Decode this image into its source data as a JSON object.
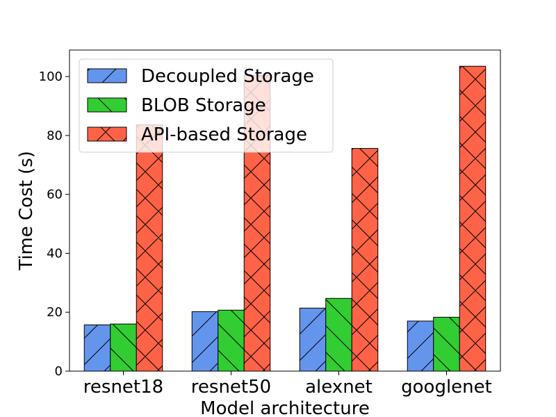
{
  "chart_data": {
    "type": "bar",
    "title": "",
    "xlabel": "Model architecture",
    "ylabel": "Time Cost (s)",
    "categories": [
      "resnet18",
      "resnet50",
      "alexnet",
      "googlenet"
    ],
    "ylim": [
      0,
      109
    ],
    "yticks": [
      0,
      20,
      40,
      60,
      80,
      100
    ],
    "grid": false,
    "legend_position": "top-left",
    "series": [
      {
        "name": "Decoupled Storage",
        "color": "#6495ED",
        "hatch": "forward-slash",
        "values": [
          15.7,
          20.2,
          21.4,
          17.0
        ]
      },
      {
        "name": "BLOB Storage",
        "color": "#32CD32",
        "hatch": "back-slash",
        "values": [
          16.0,
          20.7,
          24.7,
          18.3
        ]
      },
      {
        "name": "API-based Storage",
        "color": "#FF6347",
        "hatch": "cross",
        "values": [
          83.6,
          100.5,
          75.6,
          103.5
        ]
      }
    ]
  }
}
